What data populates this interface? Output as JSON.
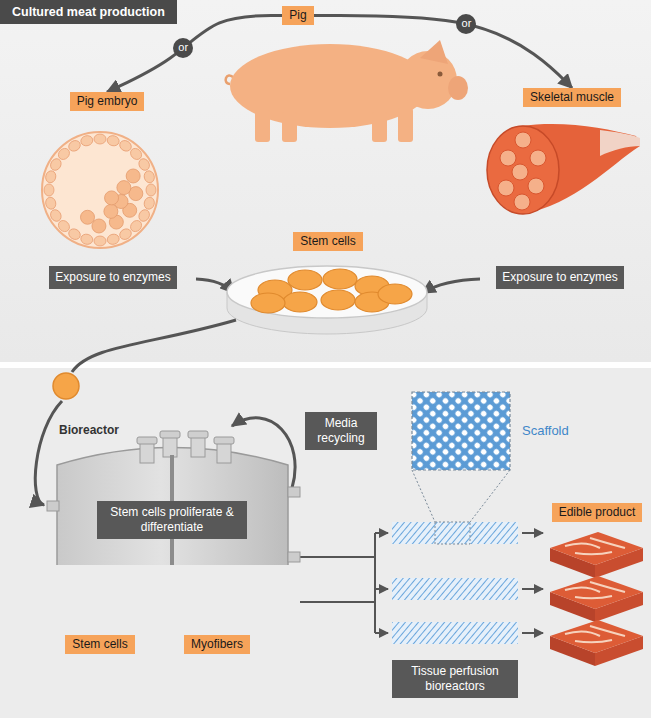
{
  "diagram": {
    "title": "Cultured meat production",
    "nodes": [
      {
        "text": [
          "Pig"
        ]
      },
      {
        "text": [
          "Pig embryo"
        ]
      },
      {
        "text": [
          "Skeletal muscle"
        ]
      },
      {
        "text": [
          "Exposure to enzymes"
        ]
      },
      {
        "text": [
          "Stem cells"
        ]
      },
      {
        "text": [
          "Exposure to enzymes"
        ]
      },
      {
        "text": [
          "Bioreactor"
        ]
      },
      {
        "text": [
          "Media recycling"
        ]
      },
      {
        "text": [
          "Stem cells proliferate & differentiate"
        ],
        "in": 6
      },
      {
        "text": [
          "Stem cells"
        ],
        "in": 6
      },
      {
        "text": [
          "Myofibers"
        ],
        "in": 6
      },
      {
        "text": [
          "Edible product"
        ]
      },
      {
        "text": [
          "Tissue perfusion bioreactors"
        ]
      }
    ],
    "edges": [
      {
        "from": 0,
        "to": 1,
        "arrow": "to",
        "label": "or"
      },
      {
        "from": 0,
        "to": 2,
        "arrow": "to",
        "label": "or"
      }
    ],
    "labels": [
      "Scaffold"
    ]
  }
}
